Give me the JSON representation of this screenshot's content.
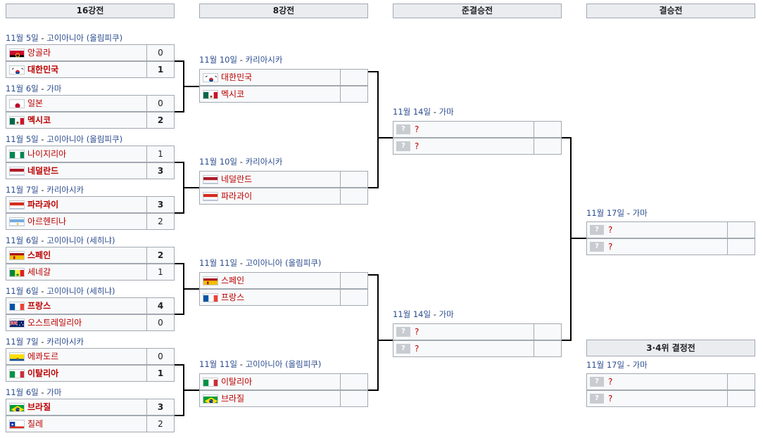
{
  "rounds": [
    "16강전",
    "8강전",
    "준결승전",
    "결승전"
  ],
  "third_place_title": "3·4위 결정전",
  "r16": [
    {
      "date": "11월 5일",
      "venue": "고이아니아 (올림피쿠)",
      "teams": [
        {
          "name": "앙골라",
          "flag": "angola",
          "score": "0",
          "win": false
        },
        {
          "name": "대한민국",
          "flag": "korea",
          "score": "1",
          "win": true
        }
      ]
    },
    {
      "date": "11월 6일",
      "venue": "가마",
      "teams": [
        {
          "name": "일본",
          "flag": "japan",
          "score": "0",
          "win": false
        },
        {
          "name": "멕시코",
          "flag": "mexico",
          "score": "2",
          "win": true
        }
      ]
    },
    {
      "date": "11월 5일",
      "venue": "고이아니아 (올림피쿠)",
      "teams": [
        {
          "name": "나이지리아",
          "flag": "nigeria",
          "score": "1",
          "win": false
        },
        {
          "name": "네덜란드",
          "flag": "netherlands",
          "score": "3",
          "win": true
        }
      ]
    },
    {
      "date": "11월 7일",
      "venue": "카리아시카",
      "teams": [
        {
          "name": "파라과이",
          "flag": "paraguay",
          "score": "3",
          "win": true
        },
        {
          "name": "아르헨티나",
          "flag": "argentina",
          "score": "2",
          "win": false
        }
      ]
    },
    {
      "date": "11월 6일",
      "venue": "고이아니아 (세히냐)",
      "teams": [
        {
          "name": "스페인",
          "flag": "spain",
          "score": "2",
          "win": true
        },
        {
          "name": "세네갈",
          "flag": "senegal",
          "score": "1",
          "win": false
        }
      ]
    },
    {
      "date": "11월 6일",
      "venue": "고이아니아 (세히냐)",
      "teams": [
        {
          "name": "프랑스",
          "flag": "france",
          "score": "4",
          "win": true
        },
        {
          "name": "오스트레일리아",
          "flag": "australia",
          "score": "0",
          "win": false
        }
      ]
    },
    {
      "date": "11월 7일",
      "venue": "카리아시카",
      "teams": [
        {
          "name": "에콰도르",
          "flag": "ecuador",
          "score": "0",
          "win": false
        },
        {
          "name": "이탈리아",
          "flag": "italy",
          "score": "1",
          "win": true
        }
      ]
    },
    {
      "date": "11월 6일",
      "venue": "가마",
      "teams": [
        {
          "name": "브라질",
          "flag": "brazil",
          "score": "3",
          "win": true
        },
        {
          "name": "칠레",
          "flag": "chile",
          "score": "2",
          "win": false
        }
      ]
    }
  ],
  "qf": [
    {
      "date": "11월 10일",
      "venue": "카리아시카",
      "teams": [
        {
          "name": "대한민국",
          "flag": "korea",
          "score": ""
        },
        {
          "name": "멕시코",
          "flag": "mexico",
          "score": ""
        }
      ]
    },
    {
      "date": "11월 10일",
      "venue": "카리아시카",
      "teams": [
        {
          "name": "네덜란드",
          "flag": "netherlands",
          "score": ""
        },
        {
          "name": "파라과이",
          "flag": "paraguay",
          "score": ""
        }
      ]
    },
    {
      "date": "11월 11일",
      "venue": "고이아니아 (올림피쿠)",
      "teams": [
        {
          "name": "스페인",
          "flag": "spain",
          "score": ""
        },
        {
          "name": "프랑스",
          "flag": "france",
          "score": ""
        }
      ]
    },
    {
      "date": "11월 11일",
      "venue": "고이아니아 (올림피쿠)",
      "teams": [
        {
          "name": "이탈리아",
          "flag": "italy",
          "score": ""
        },
        {
          "name": "브라질",
          "flag": "brazil",
          "score": ""
        }
      ]
    }
  ],
  "sf": [
    {
      "date": "11월 14일",
      "venue": "가마",
      "teams": [
        {
          "name": "?",
          "flag": "unknown",
          "score": ""
        },
        {
          "name": "?",
          "flag": "unknown",
          "score": ""
        }
      ]
    },
    {
      "date": "11월 14일",
      "venue": "가마",
      "teams": [
        {
          "name": "?",
          "flag": "unknown",
          "score": ""
        },
        {
          "name": "?",
          "flag": "unknown",
          "score": ""
        }
      ]
    }
  ],
  "final": [
    {
      "date": "11월 17일",
      "venue": "가마",
      "teams": [
        {
          "name": "?",
          "flag": "unknown",
          "score": ""
        },
        {
          "name": "?",
          "flag": "unknown",
          "score": ""
        }
      ]
    }
  ],
  "third": [
    {
      "date": "11월 17일",
      "venue": "가마",
      "teams": [
        {
          "name": "?",
          "flag": "unknown",
          "score": ""
        },
        {
          "name": "?",
          "flag": "unknown",
          "score": ""
        }
      ]
    }
  ],
  "unknown_flag_glyph": "?",
  "colors": {
    "link": "#2a4b8d",
    "team": "#ba0000",
    "header_bg": "#eaecf0",
    "cell_bg": "#f8f9fa",
    "border": "#a2a9b1"
  }
}
